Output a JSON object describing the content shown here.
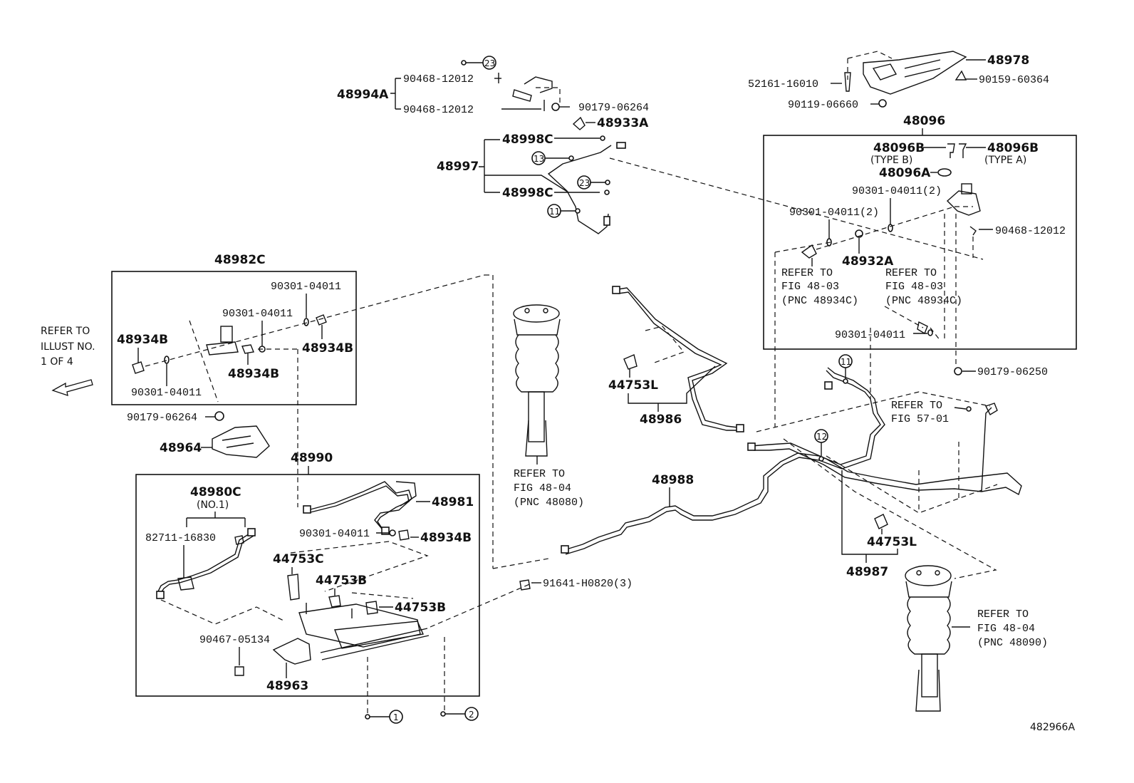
{
  "refer_illust": {
    "line1": "REFER TO",
    "line2": "ILLUST NO.",
    "line3": "1 OF 4"
  },
  "boxes": {
    "group_48982C": "48982C",
    "group_48096": "48096",
    "group_48990": "48990"
  },
  "parts": {
    "p48994A": "48994A",
    "p90468_12012_a": "90468-12012",
    "p90468_12012_b": "90468-12012",
    "p90179_06264_top": "90179-06264",
    "p48933A": "48933A",
    "p48998C_a": "48998C",
    "p48998C_b": "48998C",
    "p48997": "48997",
    "p48978": "48978",
    "p52161_16010": "52161-16010",
    "p90159_60364": "90159-60364",
    "p90119_06660": "90119-06660",
    "p48096B_b": "48096B",
    "p48096B_b_type": "(TYPE B)",
    "p48096B_a": "48096B",
    "p48096B_a_type": "(TYPE A)",
    "p48096A": "48096A",
    "p90301_04011_2a": "90301-04011(2)",
    "p90301_04011_2b": "90301-04011(2)",
    "p90468_12012_right": "90468-12012",
    "p48932A": "48932A",
    "p90301_04011_right": "90301-04011",
    "p90179_06250": "90179-06250",
    "p90301_04011_l1": "90301-04011",
    "p90301_04011_l2": "90301-04011",
    "p90301_04011_l3": "90301-04011",
    "p48934B_l1": "48934B",
    "p48934B_l2": "48934B",
    "p48934B_l3": "48934B",
    "p90179_06264_left": "90179-06264",
    "p48964": "48964",
    "p44753L_a": "44753L",
    "p48986": "48986",
    "p48988": "48988",
    "p44753L_b": "44753L",
    "p48987": "48987",
    "p48980C": "48980C",
    "p48980C_no": "(NO.1)",
    "p82711_16830": "82711-16830",
    "p48981": "48981",
    "p90301_04011_b": "90301-04011",
    "p48934B_b": "48934B",
    "p44753C": "44753C",
    "p44753B_a": "44753B",
    "p44753B_b": "44753B",
    "p90467_05134": "90467-05134",
    "p48963": "48963",
    "p91641_H0820": "91641-H0820(3)"
  },
  "references": {
    "fig4803_a": [
      "REFER TO",
      "FIG 48-03",
      "(PNC 48934C)"
    ],
    "fig4803_b": [
      "REFER TO",
      "FIG 48-03",
      "(PNC 48934C)"
    ],
    "fig5701": [
      "REFER TO",
      "FIG 57-01"
    ],
    "fig4804_front": [
      "REFER TO",
      "FIG 48-04",
      "(PNC 48080)"
    ],
    "fig4804_rear": [
      "REFER TO",
      "FIG 48-04",
      "(PNC 48090)"
    ]
  },
  "connectors": {
    "c1": "1",
    "c2": "2",
    "c11a": "11",
    "c11b": "11",
    "c12": "12",
    "c13": "13",
    "c23a": "23",
    "c23b": "23"
  },
  "illustration_id": "482966A"
}
